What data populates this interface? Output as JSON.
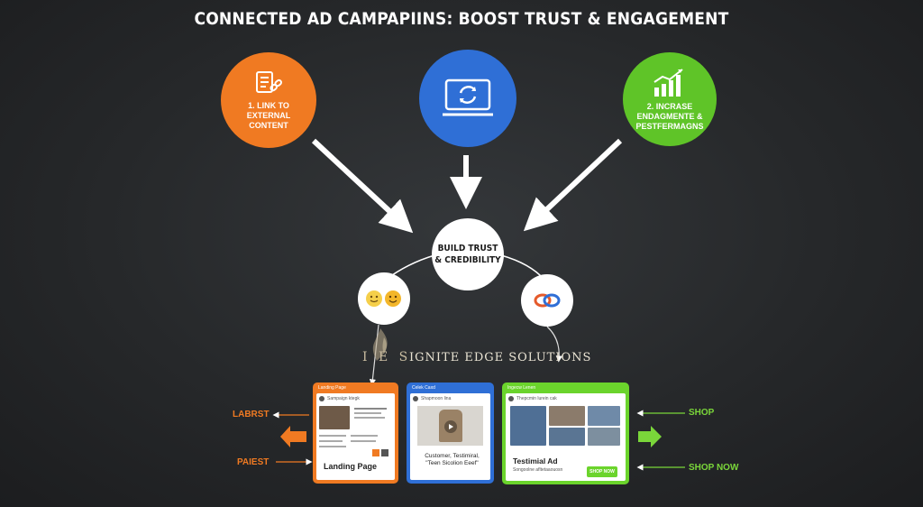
{
  "title": "CONNECTED AD CAMPAPIINS: BOOST TRUST & ENGAGEMENT",
  "nodes": {
    "left": {
      "label": "1. LINK TO EXTERNAL CONTENT",
      "color": "#f07a22",
      "icon": "document-link-icon"
    },
    "middle": {
      "label": "",
      "color": "#2f6fd6",
      "icon": "monitor-sync-icon"
    },
    "right": {
      "label": "2. INCRASE ENDAGMENTE & PESTFERMAGNS",
      "color": "#5fc428",
      "icon": "bar-chart-growth-icon"
    },
    "center": {
      "label_line1": "BUILD TRUST",
      "label_line2": "& CREDIBILITY"
    },
    "emoji": {
      "icon": "smiley-faces-icon"
    },
    "link": {
      "icon": "chain-link-icon"
    }
  },
  "brand": {
    "letters": "I E S",
    "name": "IGNITE EDGE SOLUTIONS"
  },
  "cards": {
    "landing": {
      "header": "Landing Page",
      "user": "Sampaign ktegk",
      "title": "Landing Page",
      "color": "#f07a22"
    },
    "testimonial_video": {
      "header": "Celek Caxd",
      "user": "Shapmoon lina",
      "title_line1": "Customer, Testimiral,",
      "title_line2": "\"Teen Sicolion Eeef\"",
      "color": "#2f6fd6"
    },
    "testimonial_ad": {
      "header": "Ingecw Lenen",
      "user": "Thepcmin lurein cak",
      "title": "Testimial Ad",
      "subtitle": "Songoolne afltetaaouosn",
      "button": "SHOP NOW",
      "color": "#6bd42c"
    }
  },
  "side_labels": {
    "left_top": "LABRST",
    "left_bottom": "PAIEST",
    "right_top": "SHOP",
    "right_bottom": "SHOP NOW"
  }
}
